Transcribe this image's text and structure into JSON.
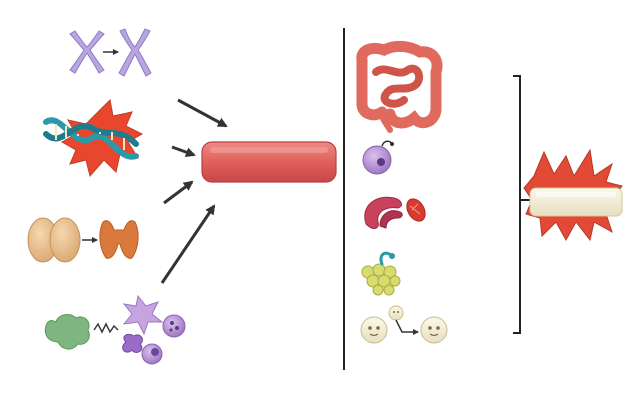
{
  "diagram": {
    "left_inputs": [
      {
        "name": "chromosome-change",
        "icon": "chromosome-icon"
      },
      {
        "name": "dna-damage",
        "icon": "dna-helix-icon"
      },
      {
        "name": "organ-change",
        "icon": "organ-icon"
      },
      {
        "name": "immune-cells",
        "icon": "immune-cell-icon"
      }
    ],
    "center_node": {
      "icon": "red-rounded-bar-icon",
      "color": "#e0605c"
    },
    "right_items": [
      {
        "name": "intestine",
        "icon": "intestine-icon"
      },
      {
        "name": "cell",
        "icon": "purple-cell-icon"
      },
      {
        "name": "mitochondria",
        "icon": "mitochondria-icon"
      },
      {
        "name": "granule-cluster",
        "icon": "granule-cluster-icon"
      },
      {
        "name": "cell-division",
        "icon": "cell-division-icon"
      }
    ],
    "result_node": {
      "icon": "spiky-star-bar-icon",
      "color": "#e24a35"
    },
    "colors": {
      "arrow": "#333333",
      "divider": "#222222",
      "bracket": "#222222",
      "dna": "#2a9aaa",
      "chromosome": "#b8a6e0",
      "intestine": "#e06a5e",
      "cell_purple": "#b08ad0",
      "mito": "#c8425c",
      "granule": "#d8dc6e",
      "cream": "#f2eccd"
    }
  }
}
